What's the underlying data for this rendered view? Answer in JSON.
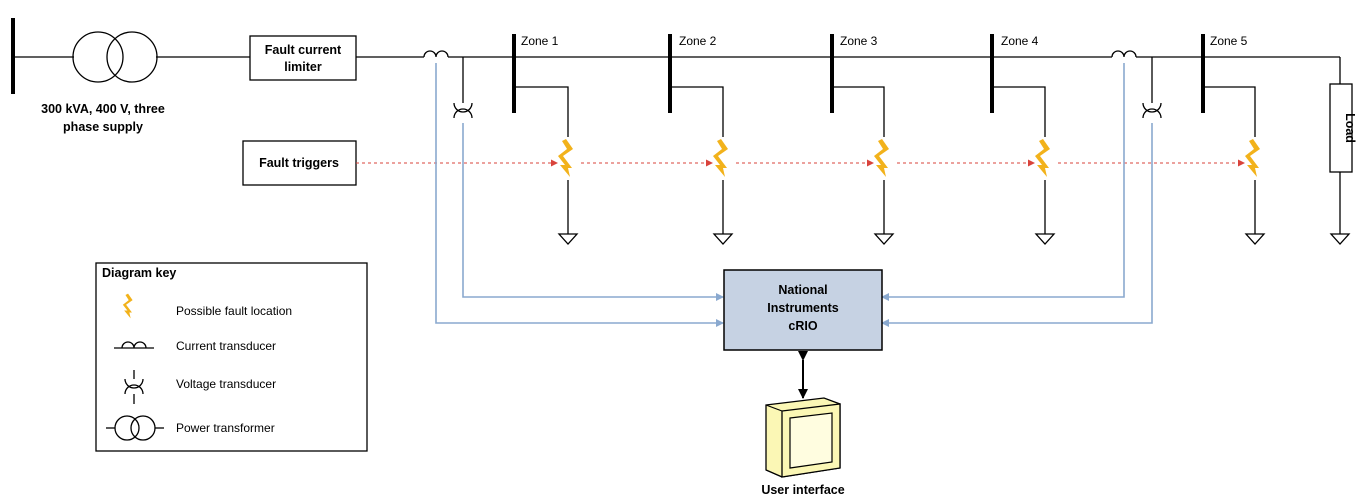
{
  "labels": {
    "supply_line1": "300 kVA, 400 V, three",
    "supply_line2": "phase supply",
    "fcl_line1": "Fault current",
    "fcl_line2": "limiter",
    "fault_triggers": "Fault triggers",
    "load": "Load",
    "controller_line1": "National",
    "controller_line2": "Instruments",
    "controller_line3": "cRIO",
    "user_interface": "User interface"
  },
  "zones": [
    "Zone 1",
    "Zone 2",
    "Zone 3",
    "Zone 4",
    "Zone 5"
  ],
  "legend": {
    "title": "Diagram key",
    "items": [
      {
        "icon": "fault-bolt-icon",
        "label": "Possible fault location"
      },
      {
        "icon": "current-transducer-icon",
        "label": "Current transducer"
      },
      {
        "icon": "voltage-transducer-icon",
        "label": "Voltage transducer"
      },
      {
        "icon": "power-transformer-icon",
        "label": "Power transformer"
      }
    ]
  },
  "colors": {
    "signal_line": "#8aa9cf",
    "trigger_line": "#d9433b",
    "fault_bolt": "#f2b21b",
    "controller_fill": "#c6d2e3",
    "monitor_fill": "#fbf7b5"
  }
}
